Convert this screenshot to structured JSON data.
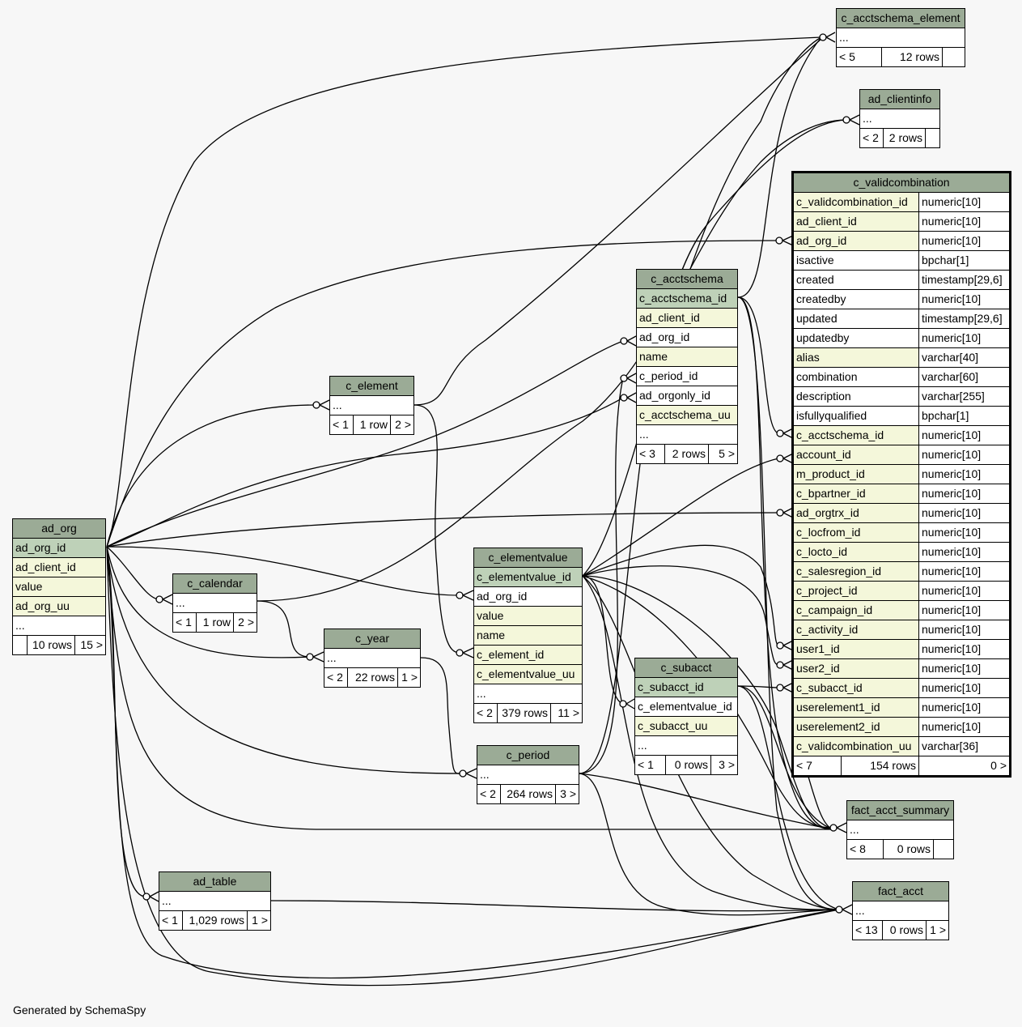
{
  "tables": {
    "c_acctschema_element": {
      "name": "c_acctschema_element",
      "rows": [
        {
          "n": "...",
          "k": "plain"
        }
      ],
      "footer": [
        "< 5",
        "12 rows",
        ""
      ]
    },
    "ad_clientinfo": {
      "name": "ad_clientinfo",
      "rows": [
        {
          "n": "...",
          "k": "plain"
        }
      ],
      "footer": [
        "< 2",
        "2 rows",
        ""
      ]
    },
    "c_validcombination": {
      "name": "c_validcombination",
      "rows": [
        {
          "n": "c_validcombination_id",
          "t": "numeric[10]",
          "k": "fk"
        },
        {
          "n": "ad_client_id",
          "t": "numeric[10]",
          "k": "fk"
        },
        {
          "n": "ad_org_id",
          "t": "numeric[10]",
          "k": "fk"
        },
        {
          "n": "isactive",
          "t": "bpchar[1]",
          "k": "plain"
        },
        {
          "n": "created",
          "t": "timestamp[29,6]",
          "k": "plain"
        },
        {
          "n": "createdby",
          "t": "numeric[10]",
          "k": "plain"
        },
        {
          "n": "updated",
          "t": "timestamp[29,6]",
          "k": "plain"
        },
        {
          "n": "updatedby",
          "t": "numeric[10]",
          "k": "plain"
        },
        {
          "n": "alias",
          "t": "varchar[40]",
          "k": "fk"
        },
        {
          "n": "combination",
          "t": "varchar[60]",
          "k": "plain"
        },
        {
          "n": "description",
          "t": "varchar[255]",
          "k": "plain"
        },
        {
          "n": "isfullyqualified",
          "t": "bpchar[1]",
          "k": "plain"
        },
        {
          "n": "c_acctschema_id",
          "t": "numeric[10]",
          "k": "fk"
        },
        {
          "n": "account_id",
          "t": "numeric[10]",
          "k": "fk"
        },
        {
          "n": "m_product_id",
          "t": "numeric[10]",
          "k": "fk"
        },
        {
          "n": "c_bpartner_id",
          "t": "numeric[10]",
          "k": "fk"
        },
        {
          "n": "ad_orgtrx_id",
          "t": "numeric[10]",
          "k": "fk"
        },
        {
          "n": "c_locfrom_id",
          "t": "numeric[10]",
          "k": "fk"
        },
        {
          "n": "c_locto_id",
          "t": "numeric[10]",
          "k": "fk"
        },
        {
          "n": "c_salesregion_id",
          "t": "numeric[10]",
          "k": "fk"
        },
        {
          "n": "c_project_id",
          "t": "numeric[10]",
          "k": "fk"
        },
        {
          "n": "c_campaign_id",
          "t": "numeric[10]",
          "k": "fk"
        },
        {
          "n": "c_activity_id",
          "t": "numeric[10]",
          "k": "fk"
        },
        {
          "n": "user1_id",
          "t": "numeric[10]",
          "k": "fk"
        },
        {
          "n": "user2_id",
          "t": "numeric[10]",
          "k": "fk"
        },
        {
          "n": "c_subacct_id",
          "t": "numeric[10]",
          "k": "fk"
        },
        {
          "n": "userelement1_id",
          "t": "numeric[10]",
          "k": "fk"
        },
        {
          "n": "userelement2_id",
          "t": "numeric[10]",
          "k": "fk"
        },
        {
          "n": "c_validcombination_uu",
          "t": "varchar[36]",
          "k": "fk"
        }
      ],
      "footer": [
        "< 7",
        "154 rows",
        "0 >"
      ]
    },
    "c_acctschema": {
      "name": "c_acctschema",
      "rows": [
        {
          "n": "c_acctschema_id",
          "k": "pk"
        },
        {
          "n": "ad_client_id",
          "k": "fk"
        },
        {
          "n": "ad_org_id",
          "k": "plain"
        },
        {
          "n": "name",
          "k": "fk"
        },
        {
          "n": "c_period_id",
          "k": "plain"
        },
        {
          "n": "ad_orgonly_id",
          "k": "plain"
        },
        {
          "n": "c_acctschema_uu",
          "k": "fk"
        },
        {
          "n": "...",
          "k": "plain"
        }
      ],
      "footer": [
        "< 3",
        "2 rows",
        "5 >"
      ]
    },
    "c_element": {
      "name": "c_element",
      "rows": [
        {
          "n": "...",
          "k": "plain"
        }
      ],
      "footer": [
        "< 1",
        "1 row",
        "2 >"
      ]
    },
    "ad_org": {
      "name": "ad_org",
      "rows": [
        {
          "n": "ad_org_id",
          "k": "pk"
        },
        {
          "n": "ad_client_id",
          "k": "fk"
        },
        {
          "n": "value",
          "k": "fk"
        },
        {
          "n": "ad_org_uu",
          "k": "fk"
        },
        {
          "n": "...",
          "k": "plain"
        }
      ],
      "footer": [
        "",
        "10 rows",
        "15 >"
      ]
    },
    "c_calendar": {
      "name": "c_calendar",
      "rows": [
        {
          "n": "...",
          "k": "plain"
        }
      ],
      "footer": [
        "< 1",
        "1 row",
        "2 >"
      ]
    },
    "c_year": {
      "name": "c_year",
      "rows": [
        {
          "n": "...",
          "k": "plain"
        }
      ],
      "footer": [
        "< 2",
        "22 rows",
        "1 >"
      ]
    },
    "c_elementvalue": {
      "name": "c_elementvalue",
      "rows": [
        {
          "n": "c_elementvalue_id",
          "k": "pk"
        },
        {
          "n": "ad_org_id",
          "k": "plain"
        },
        {
          "n": "value",
          "k": "fk"
        },
        {
          "n": "name",
          "k": "fk"
        },
        {
          "n": "c_element_id",
          "k": "fk"
        },
        {
          "n": "c_elementvalue_uu",
          "k": "fk"
        },
        {
          "n": "...",
          "k": "plain"
        }
      ],
      "footer": [
        "< 2",
        "379 rows",
        "11 >"
      ]
    },
    "c_subacct": {
      "name": "c_subacct",
      "rows": [
        {
          "n": "c_subacct_id",
          "k": "pk"
        },
        {
          "n": "c_elementvalue_id",
          "k": "plain"
        },
        {
          "n": "c_subacct_uu",
          "k": "fk"
        },
        {
          "n": "...",
          "k": "plain"
        }
      ],
      "footer": [
        "< 1",
        "0 rows",
        "3 >"
      ]
    },
    "c_period": {
      "name": "c_period",
      "rows": [
        {
          "n": "...",
          "k": "plain"
        }
      ],
      "footer": [
        "< 2",
        "264 rows",
        "3 >"
      ]
    },
    "fact_acct_summary": {
      "name": "fact_acct_summary",
      "rows": [
        {
          "n": "...",
          "k": "plain"
        }
      ],
      "footer": [
        "< 8",
        "0 rows",
        ""
      ]
    },
    "ad_table": {
      "name": "ad_table",
      "rows": [
        {
          "n": "...",
          "k": "plain"
        }
      ],
      "footer": [
        "< 1",
        "1,029 rows",
        "1 >"
      ]
    },
    "fact_acct": {
      "name": "fact_acct",
      "rows": [
        {
          "n": "...",
          "k": "plain"
        }
      ],
      "footer": [
        "< 13",
        "0 rows",
        "1 >"
      ]
    }
  },
  "generated_by": "Generated by SchemaSpy"
}
